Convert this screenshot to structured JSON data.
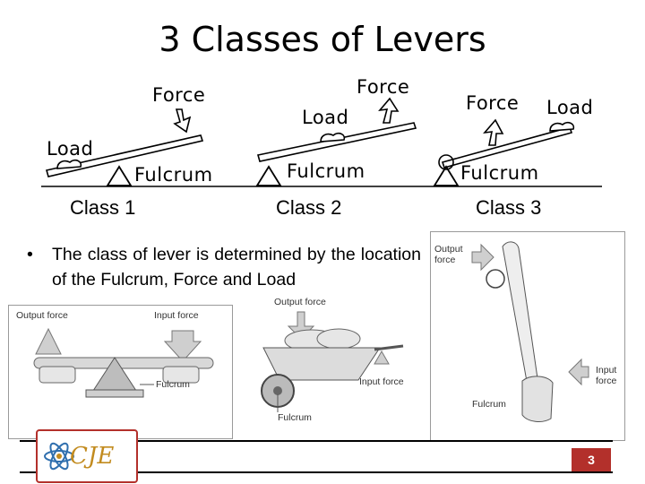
{
  "title": "3 Classes of Levers",
  "levers": [
    {
      "class_label": "Class 1",
      "force": "Force",
      "load": "Load",
      "fulcrum": "Fulcrum"
    },
    {
      "class_label": "Class 2",
      "force": "Force",
      "load": "Load",
      "fulcrum": "Fulcrum"
    },
    {
      "class_label": "Class 3",
      "force": "Force",
      "load": "Load",
      "fulcrum": "Fulcrum"
    }
  ],
  "bullet": {
    "symbol": "•",
    "text": "The class of lever is determined by the location of the Fulcrum, Force and Load"
  },
  "seesaw": {
    "output_force": "Output force",
    "input_force": "Input force",
    "fulcrum": "Fulcrum"
  },
  "wheelbarrow": {
    "output_force": "Output force",
    "input_force": "Input force",
    "fulcrum": "Fulcrum"
  },
  "bat": {
    "output_force": "Output force",
    "input_force": "Input force",
    "fulcrum": "Fulcrum"
  },
  "logo": {
    "text": "CJE"
  },
  "page_number": "3",
  "colors": {
    "accent": "#b3302b",
    "logo_gold": "#c28b1f",
    "logo_blue": "#2f6fae"
  }
}
